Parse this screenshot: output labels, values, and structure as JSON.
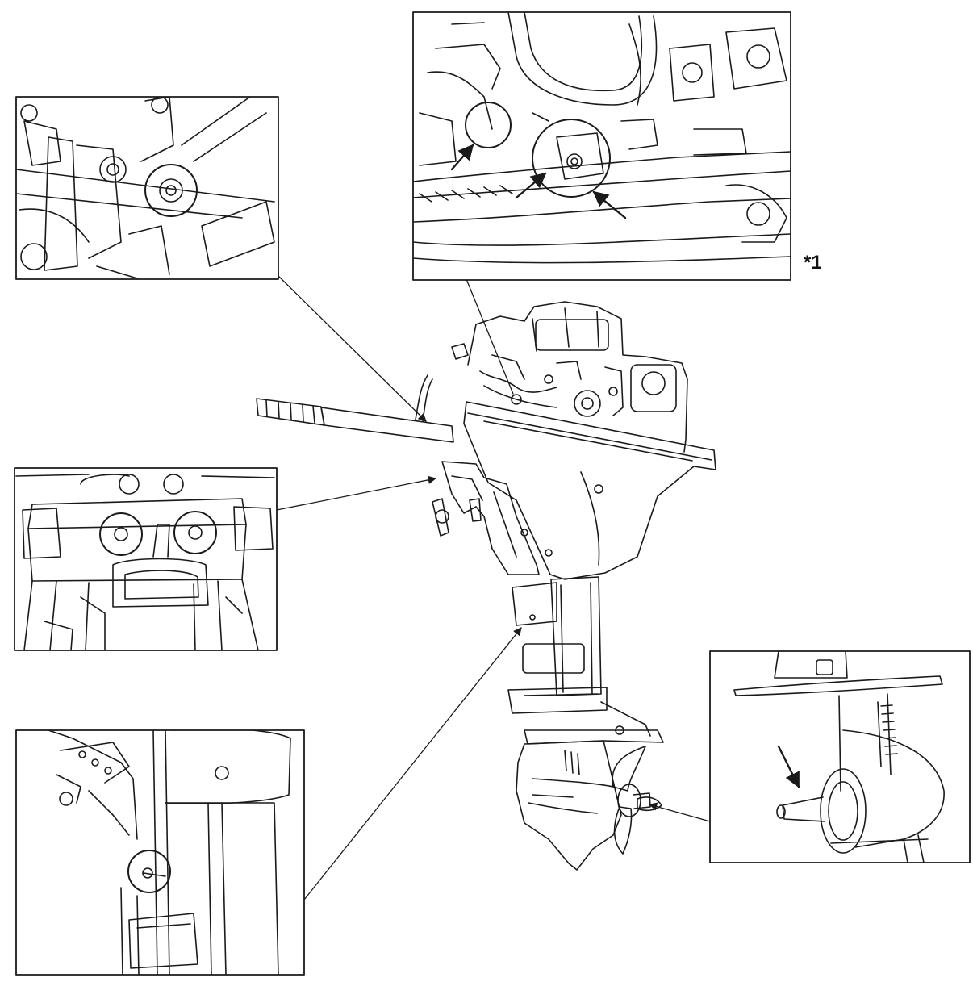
{
  "figure": {
    "callout_marker": "*1",
    "colors": {
      "ink": "#1a1a1a",
      "paper": "#ffffff",
      "hatch": "#555555"
    }
  },
  "panels": [
    {
      "id": "tiller-bracket-detail",
      "highlight_circles": 2,
      "arrows": 0
    },
    {
      "id": "powerhead-detail",
      "highlight_circles": 2,
      "arrows": 3
    },
    {
      "id": "swivel-bracket-detail",
      "highlight_circles": 2,
      "arrows": 0
    },
    {
      "id": "midsection-detail",
      "highlight_circles": 1,
      "arrows": 0
    },
    {
      "id": "propeller-shaft-detail",
      "highlight_circles": 0,
      "arrows": 1
    }
  ]
}
